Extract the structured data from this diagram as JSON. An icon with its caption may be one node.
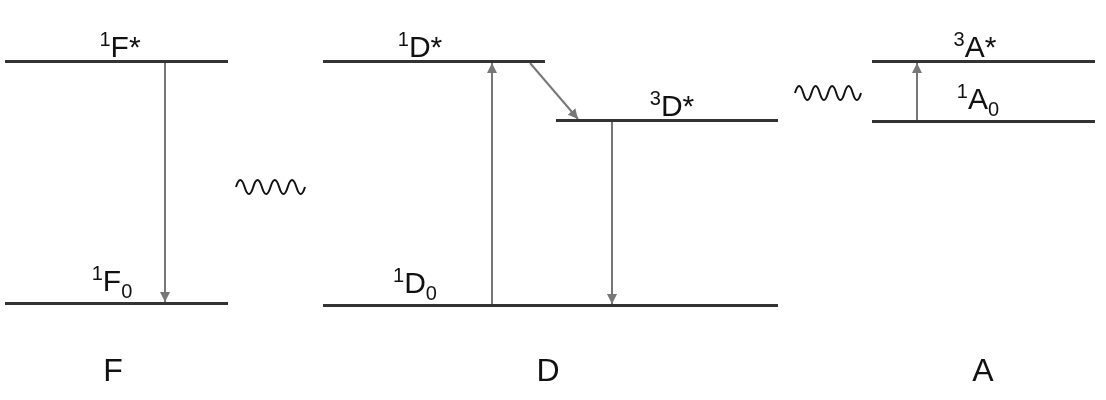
{
  "diagram": {
    "nodes": [
      {
        "text": [
          "$^{1}$F*"
        ]
      },
      {
        "text": [
          "$^{1}$D*"
        ]
      },
      {
        "text": [
          "$^{3}$A*"
        ]
      },
      {
        "text": [
          "$^{3}$D*"
        ]
      },
      {
        "text": [
          "$^{1}$A$_{0}$"
        ]
      },
      {
        "text": [
          "$^{1}$F$_{0}$"
        ]
      },
      {
        "text": [
          "$^{1}$D$_{0}$"
        ]
      }
    ],
    "edges": [
      {
        "from": 0,
        "to": 5,
        "arrow": "to"
      },
      {
        "from": 6,
        "to": 1,
        "arrow": "to"
      },
      {
        "from": 1,
        "to": 3,
        "arrow": "to"
      },
      {
        "from": 3,
        "to": 6,
        "arrow": "to"
      },
      {
        "from": 4,
        "to": 2,
        "arrow": "to"
      }
    ],
    "labels": [
      "F",
      "D",
      "A"
    ]
  }
}
